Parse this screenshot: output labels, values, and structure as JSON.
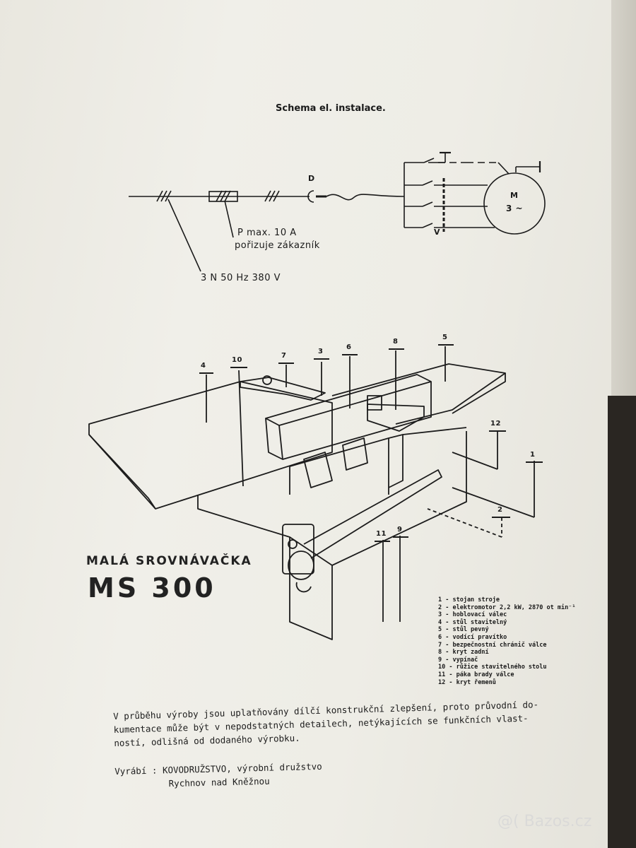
{
  "schema": {
    "title": "Schema el. instalace.",
    "fuse_label_1": "P max. 10 A",
    "fuse_label_2": "pořizuje zákazník",
    "supply_label": "3 N 50 Hz 380 V",
    "plug_label": "D",
    "switch_label": "V",
    "motor_label_1": "M",
    "motor_label_2": "3 ~"
  },
  "callouts": [
    "4",
    "10",
    "7",
    "3",
    "6",
    "8",
    "5",
    "12",
    "1",
    "2",
    "11",
    "9"
  ],
  "product": {
    "subtitle": "MALÁ SROVNÁVAČKA",
    "model": "MS 300"
  },
  "legend": [
    "1 - stojan stroje",
    "2 - elektromotor 2,2 kW, 2870 ot min⁻¹",
    "3 - hoblovací válec",
    "4 - stůl stavitelný",
    "5 - stůl pevný",
    "6 - vodící pravítko",
    "7 - bezpečnostní chránič válce",
    "8 - kryt zadní",
    "9 - vypínač",
    "10 - růžice stavitelného stolu",
    "11 - páka brady válce",
    "12 - kryt řemenů"
  ],
  "note": {
    "line1": "V průběhu výroby jsou uplatňovány dílčí konstrukční zlepšení, proto průvodní do-",
    "line2": "kumentace může být v nepodstatných detailech, netýkajících se funkčních vlast-",
    "line3": "ností, odlišná od dodaného výrobku."
  },
  "maker": {
    "label": "Vyrábí :",
    "name": "KOVODRUŽSTVO, výrobní družstvo",
    "city": "Rychnov nad Kněžnou"
  },
  "watermark": "@( Bazos.cz"
}
